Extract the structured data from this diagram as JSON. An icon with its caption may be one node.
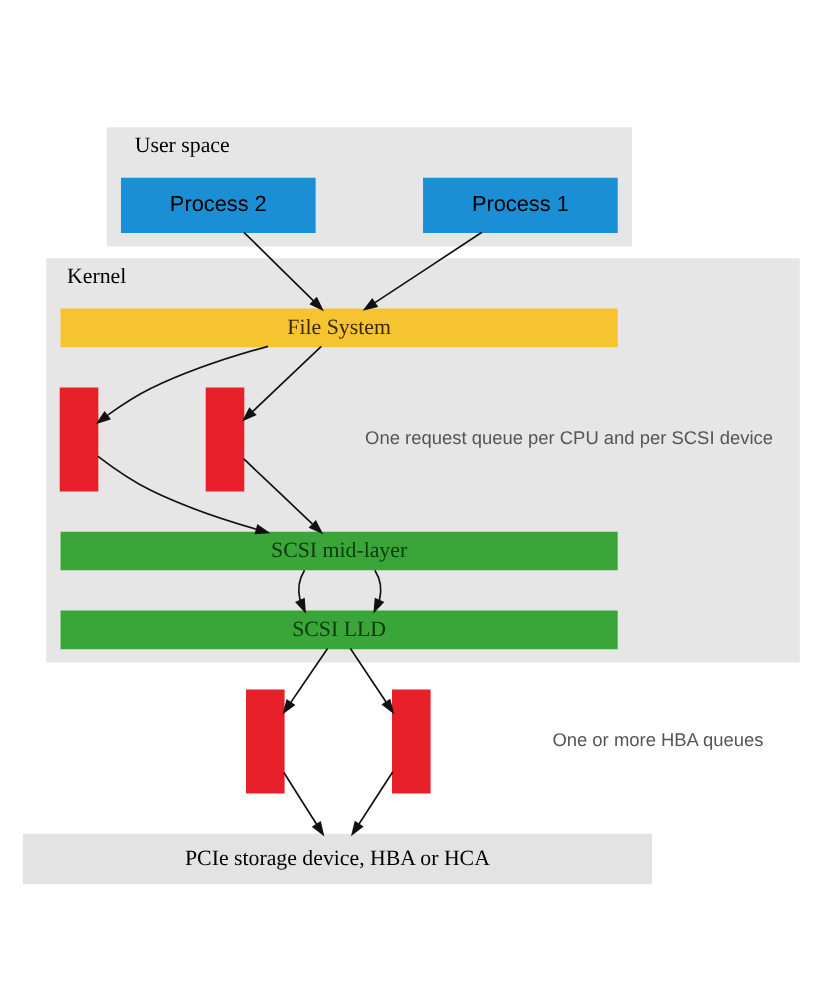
{
  "diagram": {
    "nodes": [
      {
        "text": [
          "User space"
        ]
      },
      {
        "text": [
          "Process 1"
        ],
        "in": 0
      },
      {
        "text": [
          "Process 2"
        ],
        "in": 0
      },
      {
        "text": [
          "Kernel"
        ]
      },
      {
        "text": [
          "File System"
        ],
        "in": 3
      },
      {
        "text": [],
        "shape": "bar",
        "in": 3
      },
      {
        "text": [],
        "shape": "bar",
        "in": 3
      },
      {
        "text": [
          "SCSI mid-layer"
        ],
        "in": 3
      },
      {
        "text": [
          "SCSI LLD"
        ],
        "in": 3
      },
      {
        "text": [],
        "shape": "bar"
      },
      {
        "text": [],
        "shape": "bar"
      },
      {
        "text": [
          "PCIe storage device, HBA or HCA"
        ]
      }
    ],
    "edges": [
      {
        "from": 1,
        "to": 4,
        "arrow": "to"
      },
      {
        "from": 2,
        "to": 4,
        "arrow": "to"
      },
      {
        "from": 4,
        "to": 5,
        "arrow": "to"
      },
      {
        "from": 4,
        "to": 6,
        "arrow": "to"
      },
      {
        "from": 5,
        "to": 7,
        "arrow": "to"
      },
      {
        "from": 6,
        "to": 7,
        "arrow": "to"
      },
      {
        "from": 7,
        "to": 8,
        "arrow": "to"
      },
      {
        "from": 7,
        "to": 8,
        "arrow": "to"
      },
      {
        "from": 8,
        "to": 9,
        "arrow": "to"
      },
      {
        "from": 8,
        "to": 10,
        "arrow": "to"
      },
      {
        "from": 9,
        "to": 11,
        "arrow": "to"
      },
      {
        "from": 10,
        "to": 11,
        "arrow": "to"
      }
    ],
    "labels": [
      "One request queue per CPU and per SCSI device",
      "One or more HBA queues"
    ]
  }
}
